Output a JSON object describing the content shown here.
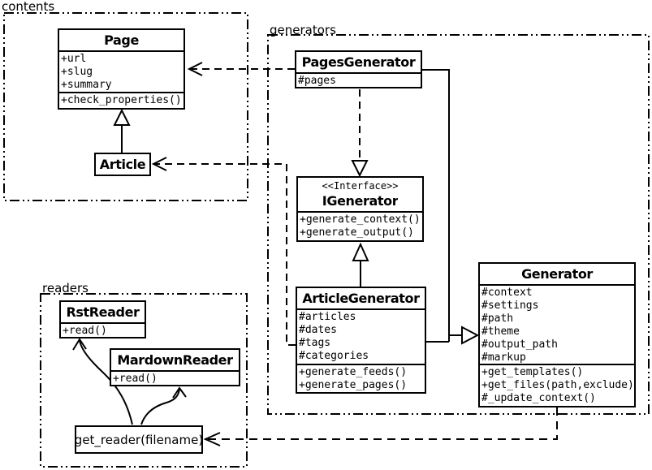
{
  "packages": [
    {
      "label": "contents"
    },
    {
      "label": "generators"
    },
    {
      "label": "readers"
    }
  ],
  "classes": {
    "page": {
      "title": "Page",
      "attributes": [
        "+url",
        "+slug",
        "+summary"
      ],
      "methods": [
        "+check_properties()"
      ]
    },
    "article": {
      "title": "Article"
    },
    "pages_generator": {
      "title": "PagesGenerator",
      "attributes": [
        "#pages"
      ]
    },
    "igenerator": {
      "stereotype": "<<Interface>>",
      "title": "IGenerator",
      "methods": [
        "+generate_context()",
        "+generate_output()"
      ]
    },
    "article_generator": {
      "title": "ArticleGenerator",
      "attributes": [
        "#articles",
        "#dates",
        "#tags",
        "#categories"
      ],
      "methods": [
        "+generate_feeds()",
        "+generate_pages()"
      ]
    },
    "generator": {
      "title": "Generator",
      "attributes": [
        "#context",
        "#settings",
        "#path",
        "#theme",
        "#output_path",
        "#markup"
      ],
      "methods": [
        "+get_templates()",
        "+get_files(path,exclude)",
        "#_update_context()"
      ]
    },
    "rst_reader": {
      "title": "RstReader",
      "methods": [
        "+read()"
      ]
    },
    "mardown_reader": {
      "title": "MardownReader",
      "methods": [
        "+read()"
      ]
    }
  },
  "functions": {
    "get_reader": {
      "label": "get_reader(filename)"
    }
  },
  "colors": {
    "ink": "#000000",
    "paper": "#ffffff"
  }
}
